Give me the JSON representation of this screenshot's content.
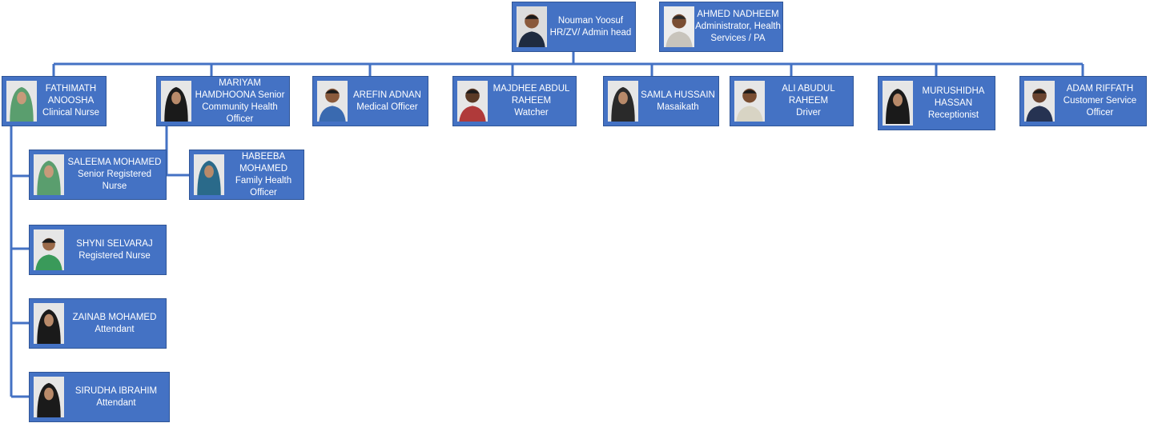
{
  "colors": {
    "box": "#4472c4",
    "border": "#2f5597",
    "line": "#4472c4",
    "text": "#ffffff"
  },
  "top": {
    "head": {
      "name": "Nouman Yoosuf",
      "role": "HR/ZV/ Admin head",
      "photo": "man-suit-photo"
    },
    "admin": {
      "name": "AHMED NADHEEM",
      "role": "Administrator, Health Services / PA",
      "photo": "man-photo"
    }
  },
  "staff": [
    {
      "name": "FATHIMATH ANOOSHA",
      "role": "Clinical Nurse",
      "photo": "woman-green-hijab-photo"
    },
    {
      "name": "MARIYAM HAMDHOONA Senior",
      "role": "Community Health Officer",
      "photo": "woman-black-hijab-photo"
    },
    {
      "name": "AREFIN ADNAN",
      "role": "Medical Officer",
      "photo": "man-blue-shirt-photo"
    },
    {
      "name": "MAJDHEE ABDUL RAHEEM",
      "role": "Watcher",
      "photo": "man-red-shirt-photo"
    },
    {
      "name": "SAMLA HUSSAIN",
      "role": "Masaikath",
      "photo": "woman-black-hijab-photo"
    },
    {
      "name": "ALI ABUDUL RAHEEM",
      "role": "Driver",
      "photo": "man-shirt-photo"
    },
    {
      "name": "MURUSHIDHA HASSAN",
      "role": "Receptionist",
      "photo": "woman-black-hijab-photo"
    },
    {
      "name": "ADAM RIFFATH",
      "role": "Customer Service Officer",
      "photo": "man-dark-shirt-photo"
    }
  ],
  "nurses": [
    {
      "name": "SALEEMA MOHAMED",
      "role": "Senior Registered Nurse",
      "photo": "woman-green-hijab-photo"
    },
    {
      "name": "SHYNI SELVARAJ",
      "role": "Registered Nurse",
      "photo": "woman-green-top-photo"
    },
    {
      "name": "ZAINAB MOHAMED",
      "role": "Attendant",
      "photo": "woman-black-hijab-photo"
    },
    {
      "name": "SIRUDHA IBRAHIM",
      "role": "Attendant",
      "photo": "woman-black-hijab-photo"
    }
  ],
  "community": [
    {
      "name": "HABEEBA MOHAMED",
      "role": "Family Health Officer",
      "photo": "woman-teal-hijab-photo"
    }
  ]
}
